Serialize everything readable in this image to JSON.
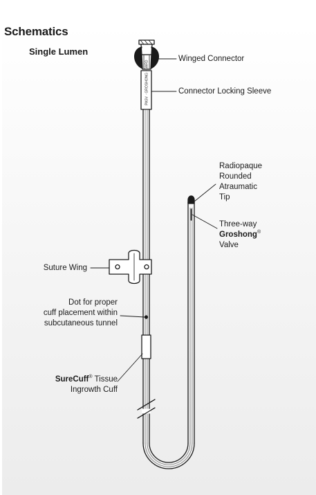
{
  "header": {
    "title": "Schematics",
    "subtitle": "Single Lumen"
  },
  "labels": {
    "winged_connector": "Winged Connector",
    "locking_sleeve": "Connector Locking Sleeve",
    "tip_line1": "Radiopaque",
    "tip_line2": "Rounded",
    "tip_line3": "Atraumatic",
    "tip_line4": "Tip",
    "valve_line1": "Three-way",
    "valve_brand": "Groshong",
    "valve_mark": "®",
    "valve_line3": "Valve",
    "suture_wing": "Suture Wing",
    "dot_line1": "Dot for proper",
    "dot_line2": "cuff placement within",
    "dot_line3": "subcutaneous tunnel",
    "cuff_brand": "SureCuff",
    "cuff_mark": "®",
    "cuff_line1_rest": " Tissue",
    "cuff_line2": "Ingrowth Cuff"
  },
  "sleeve_print": "PASV · GROSHONG · BARD"
}
